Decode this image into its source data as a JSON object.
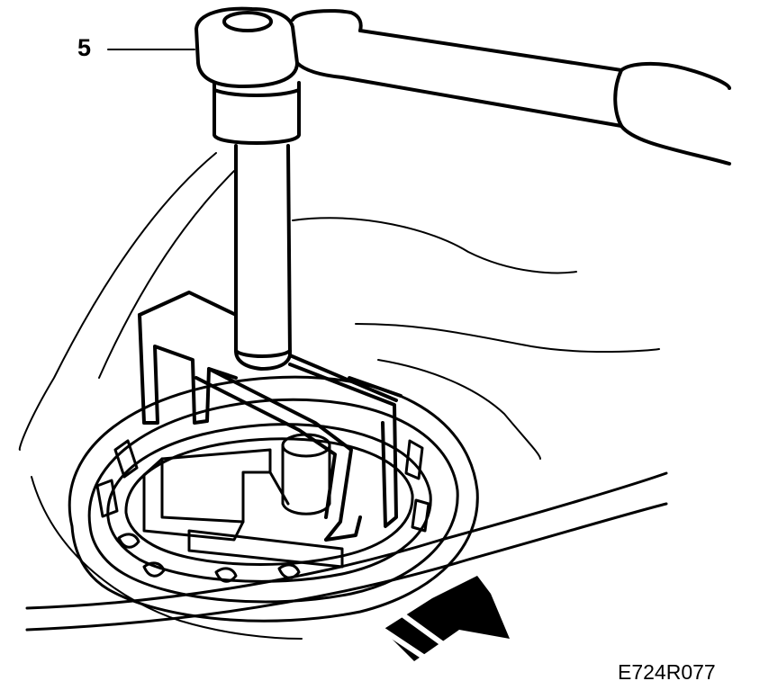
{
  "callouts": [
    {
      "id": "5",
      "label": "5"
    }
  ],
  "figure_id": "E724R077",
  "colors": {
    "ink": "#000000",
    "paper": "#ffffff"
  },
  "icons": [
    "ratchet-wrench-icon",
    "locking-ring-tool-icon",
    "arrow-icon"
  ]
}
